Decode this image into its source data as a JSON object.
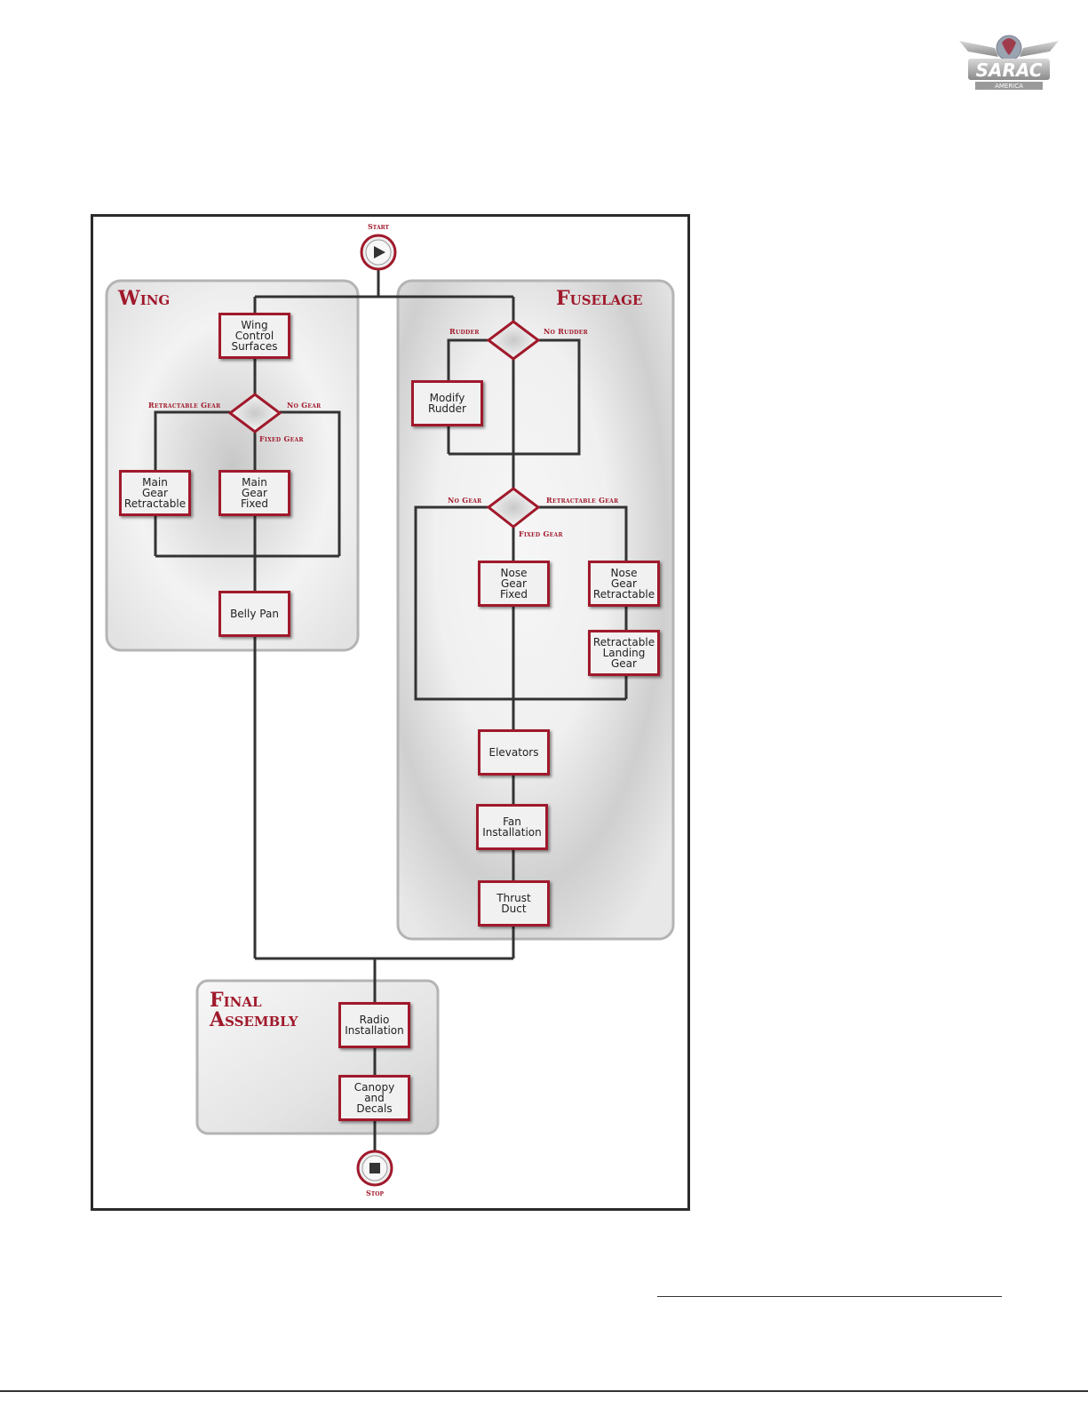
{
  "logo": {
    "text": "SARAC",
    "subtext": "AMERICA"
  },
  "regions": {
    "wing": "Wing",
    "fuselage": "Fuselage",
    "final": "Final\nAssembly"
  },
  "terminals": {
    "start": "Start",
    "stop": "Stop"
  },
  "steps": {
    "wing_control": "Wing\nControl\nSurfaces",
    "main_gear_retractable": "Main\nGear\nRetractable",
    "main_gear_fixed": "Main\nGear\nFixed",
    "belly_pan": "Belly Pan",
    "modify_rudder": "Modify\nRudder",
    "nose_gear_fixed": "Nose\nGear\nFixed",
    "nose_gear_retractable": "Nose\nGear\nRetractable",
    "retractable_landing_gear": "Retractable\nLanding\nGear",
    "elevators": "Elevators",
    "fan_installation": "Fan\nInstallation",
    "thrust_duct": "Thrust\nDuct",
    "radio_installation": "Radio\nInstallation",
    "canopy_decals": "Canopy\nand\nDecals"
  },
  "conditions": {
    "wing_retractable": "Retractable Gear",
    "wing_no_gear": "No Gear",
    "wing_fixed": "Fixed Gear",
    "rudder": "Rudder",
    "no_rudder": "No Rudder",
    "fus_no_gear": "No Gear",
    "fus_retractable": "Retractable Gear",
    "fus_fixed": "Fixed Gear"
  },
  "colors": {
    "accent": "#a0192b",
    "line": "#333333",
    "frame": "#2b2b2b"
  }
}
